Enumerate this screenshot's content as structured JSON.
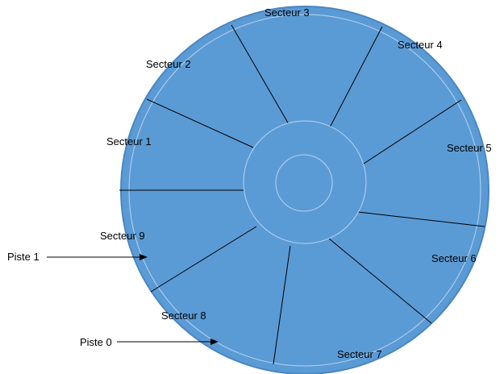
{
  "disk": {
    "fill_color": "#5b9bd5",
    "edge_color": "#4a86c1",
    "track_line_color": "#b8d2ee",
    "divider_color": "#000000"
  },
  "sectors": [
    {
      "label": "Secteur 1"
    },
    {
      "label": "Secteur 2"
    },
    {
      "label": "Secteur 3"
    },
    {
      "label": "Secteur 4"
    },
    {
      "label": "Secteur 5"
    },
    {
      "label": "Secteur 6"
    },
    {
      "label": "Secteur 7"
    },
    {
      "label": "Secteur 8"
    },
    {
      "label": "Secteur 9"
    }
  ],
  "tracks": [
    {
      "label": "Piste 1"
    },
    {
      "label": "Piste 0"
    }
  ]
}
